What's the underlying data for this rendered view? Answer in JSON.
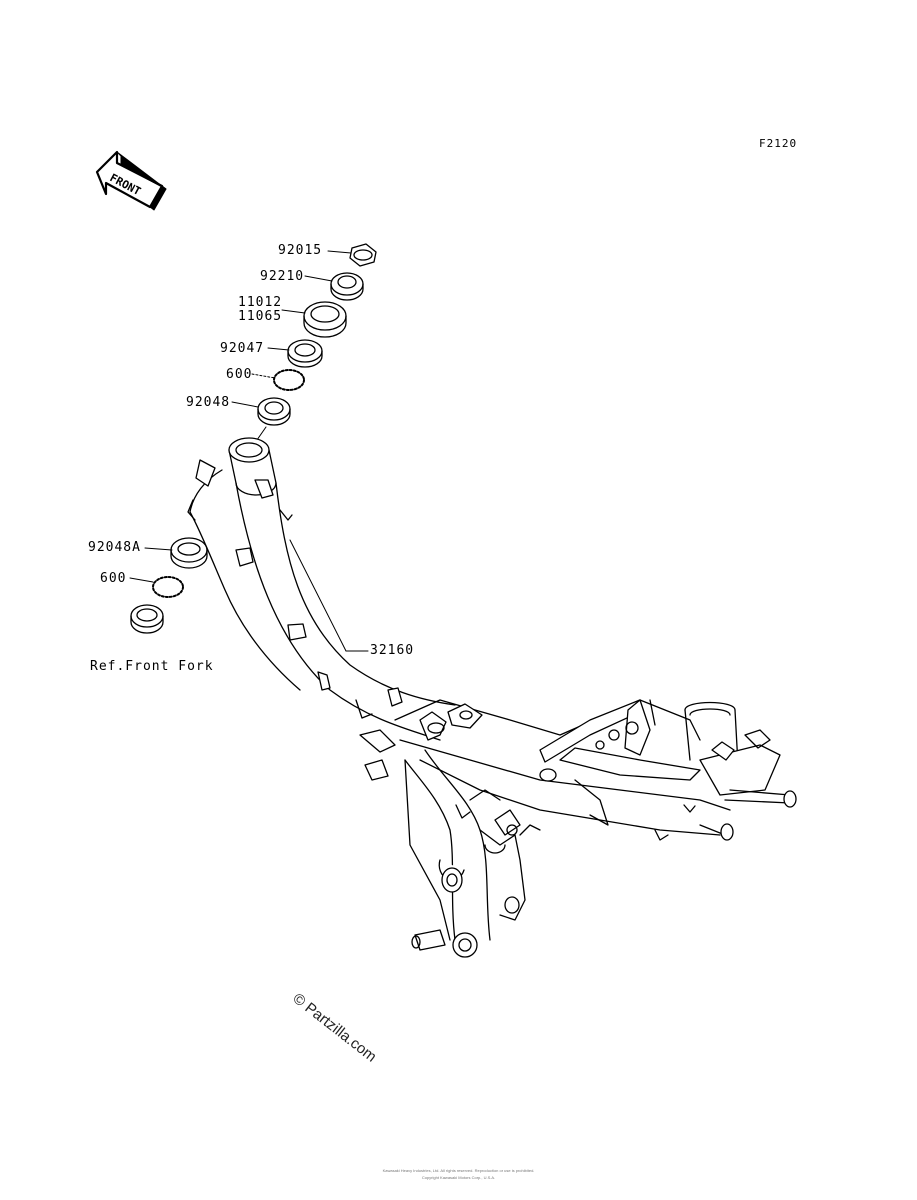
{
  "figure_code": "F2120",
  "front_label": "FRONT",
  "labels": {
    "p92015": "92015",
    "p92210": "92210",
    "p11012": "11012",
    "p11065": "11065",
    "p92047": "92047",
    "p600_top": "600",
    "p92048": "92048",
    "p92048A": "92048A",
    "p600_bottom": "600",
    "ref_front_fork": "Ref.Front Fork",
    "p32160": "32160"
  },
  "watermark": "© Partzilla.com",
  "footer": {
    "line1": "Kawasaki Heavy Industries, Ltd. All rights reserved. Reproduction or use is prohibited.",
    "line2": "Copyright Kawasaki Motors Corp., U.S.A."
  }
}
